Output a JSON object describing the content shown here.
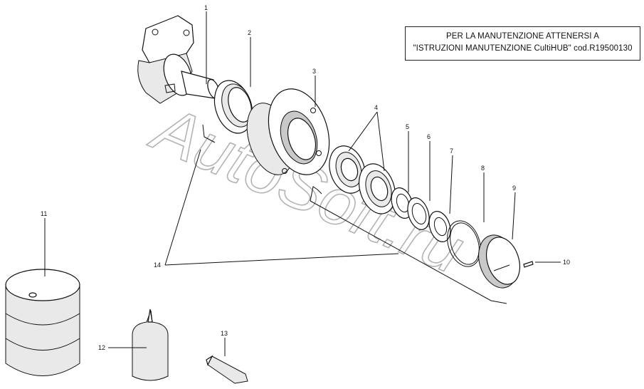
{
  "note": {
    "line1": "PER LA MANUTENZIONE ATTENERSI A",
    "line2": "\"ISTRUZIONI MANUTENZIONE CultiHUB\" cod.R19500130"
  },
  "watermark": "AutoSoft.ru",
  "callouts": [
    "1",
    "2",
    "3",
    "4",
    "5",
    "6",
    "7",
    "8",
    "9",
    "10",
    "11",
    "12",
    "13",
    "14"
  ]
}
